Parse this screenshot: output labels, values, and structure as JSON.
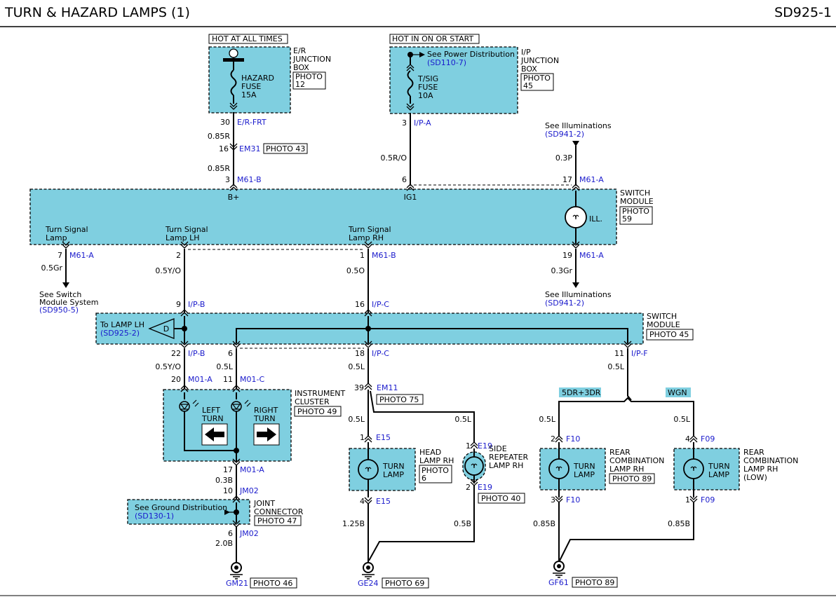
{
  "header": {
    "title": "TURN & HAZARD LAMPS (1)",
    "code": "SD925-1"
  },
  "colors": {
    "module_fill": "#7fcfe0",
    "connector_text": "#1a1acc",
    "wire": "#000000"
  },
  "top_left": {
    "hot_label": "HOT AT ALL TIMES",
    "box_name": [
      "E/R",
      "JUNCTION",
      "BOX"
    ],
    "photo": [
      "PHOTO",
      "12"
    ],
    "fuse": [
      "HAZARD",
      "FUSE",
      "15A"
    ],
    "pin": "30",
    "conn": "E/R-FRT",
    "wire1": "0.85R",
    "em_pin": "16",
    "em_conn": "EM31",
    "em_photo": "PHOTO 43",
    "wire2": "0.85R"
  },
  "top_mid": {
    "hot_label": "HOT IN ON OR START",
    "box_name": [
      "I/P",
      "JUNCTION",
      "BOX"
    ],
    "photo": [
      "PHOTO",
      "45"
    ],
    "fuse": [
      "T/SIG",
      "FUSE",
      "10A"
    ],
    "see_text": "See Power Distribution",
    "see_ref": "(SD110-7)",
    "pin": "3",
    "conn": "I/P-A",
    "wire": "0.5R/O"
  },
  "top_right": {
    "see_text": "See Illuminations",
    "see_ref": "(SD941-2)",
    "wire": "0.3P"
  },
  "switch_module": {
    "name": [
      "SWITCH",
      "MODULE"
    ],
    "photo": [
      "PHOTO",
      "59"
    ],
    "b_plus": "B+",
    "ig1": "IG1",
    "ill": "ILL.",
    "pin_bplus": "3",
    "conn_bplus": "M61-B",
    "pin_ig1": "6",
    "pin_ill_in": "17",
    "conn_ill_in": "M61-A",
    "lamp_label": [
      "Turn Signal",
      "Lamp"
    ],
    "lh_label": [
      "Turn Signal",
      "Lamp LH"
    ],
    "rh_label": [
      "Turn Signal",
      "Lamp RH"
    ]
  },
  "below_switch": {
    "p7": "7",
    "c7": "M61-A",
    "w7": "0.5Gr",
    "see_sm": [
      "See Switch",
      "Module System"
    ],
    "see_sm_ref": "(SD950-5)",
    "p2": "2",
    "w2": "0.5Y/O",
    "p1": "1",
    "c1": "M61-B",
    "w1": "0.5O",
    "p19": "19",
    "c19": "M61-A",
    "w19": "0.3Gr",
    "see_ill": "See Illuminations",
    "see_ill_ref": "(SD941-2)"
  },
  "switch_module2": {
    "name": [
      "SWITCH",
      "MODULE"
    ],
    "photo": "PHOTO 45",
    "to_lamp": "To LAMP LH",
    "to_lamp_ref": "(SD925-2)",
    "d": "D",
    "p9": "9",
    "c9": "I/P-B",
    "p16": "16",
    "c16": "I/P-C",
    "p22": "22",
    "c22": "I/P-B",
    "p6": "6",
    "p18": "18",
    "c18": "I/P-C",
    "p11": "11",
    "c11": "I/P-F"
  },
  "wires_mid": {
    "w22": "0.5Y/O",
    "w6": "0.5L",
    "w18": "0.5L",
    "w11": "0.5L"
  },
  "cluster": {
    "name": [
      "INSTRUMENT",
      "CLUSTER"
    ],
    "photo": "PHOTO 49",
    "p20": "20",
    "c20": "M01-A",
    "p11": "11",
    "c11": "M01-C",
    "left": [
      "LEFT",
      "TURN"
    ],
    "right": [
      "RIGHT",
      "TURN"
    ],
    "p17": "17",
    "c17": "M01-A",
    "w17": "0.3B"
  },
  "joint": {
    "p10": "10",
    "c10": "JM02",
    "see": "See Ground Distribution",
    "see_ref": "(SD130-1)",
    "name": [
      "JOINT",
      "CONNECTOR"
    ],
    "photo": "PHOTO 47",
    "p6": "6",
    "c6": "JM02",
    "w6": "2.0B",
    "ground": "GM21",
    "ground_photo": "PHOTO 46"
  },
  "em11": {
    "p39": "39",
    "c39": "EM11",
    "photo": "PHOTO 75",
    "wl": "0.5L",
    "wr": "0.5L"
  },
  "head_lamp": {
    "name": [
      "HEAD",
      "LAMP RH"
    ],
    "photo": [
      "PHOTO",
      "6"
    ],
    "lamp": [
      "TURN",
      "LAMP"
    ],
    "p1": "1",
    "c1": "E15",
    "p4": "4",
    "c4": "E15",
    "w4": "1.25B"
  },
  "side_rep": {
    "name": [
      "SIDE",
      "REPEATER",
      "LAMP RH"
    ],
    "p1": "1",
    "c1": "E19",
    "p2": "2",
    "c2": "E19",
    "photo": "PHOTO 40",
    "w2": "0.5B",
    "ground": "GE24",
    "ground_photo": "PHOTO 69"
  },
  "options": {
    "opt1": "5DR+3DR",
    "opt2": "WGN"
  },
  "rear_rh": {
    "name": [
      "REAR",
      "COMBINATION",
      "LAMP RH"
    ],
    "photo": "PHOTO 89",
    "lamp": [
      "TURN",
      "LAMP"
    ],
    "w_in": "0.5L",
    "p2": "2",
    "c2": "F10",
    "p3": "3",
    "c3": "F10",
    "w_out": "0.85B"
  },
  "rear_low": {
    "name": [
      "REAR",
      "COMBINATION",
      "LAMP RH",
      "(LOW)"
    ],
    "lamp": [
      "TURN",
      "LAMP"
    ],
    "w_in": "0.5L",
    "p4": "4",
    "c4": "F09",
    "p1": "1",
    "c1": "F09",
    "w_out": "0.85B",
    "ground": "GF61",
    "ground_photo": "PHOTO 89"
  }
}
